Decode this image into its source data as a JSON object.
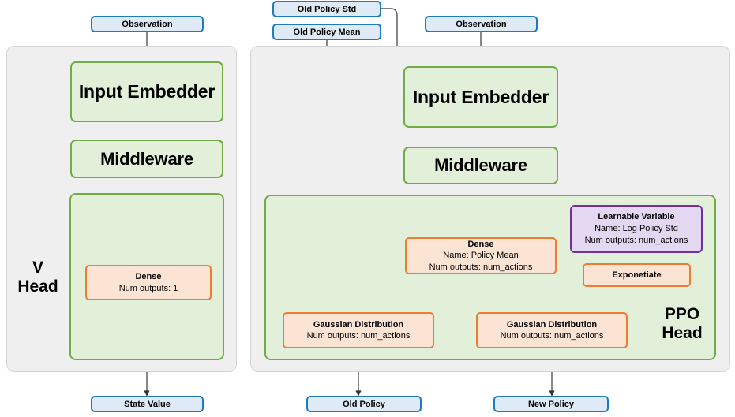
{
  "diagram": {
    "title_v_head": "V\nHead",
    "title_ppo_head": "PPO\nHead"
  },
  "inputs": {
    "observation_left": "Observation",
    "observation_right": "Observation",
    "old_policy_std": "Old Policy Std",
    "old_policy_mean": "Old Policy Mean"
  },
  "outputs": {
    "state_value": "State Value",
    "old_policy": "Old Policy",
    "new_policy": "New Policy"
  },
  "v_head": {
    "input_embedder": "Input Embedder",
    "middleware": "Middleware",
    "dense_title": "Dense",
    "dense_outputs": "Num outputs: 1"
  },
  "ppo_head": {
    "input_embedder": "Input Embedder",
    "middleware": "Middleware",
    "dense_title": "Dense",
    "dense_name": "Name: Policy Mean",
    "dense_outputs": "Num outputs: num_actions",
    "learnable_title": "Learnable Variable",
    "learnable_name": "Name: Log Policy Std",
    "learnable_outputs": "Num outputs: num_actions",
    "exponetiate": "Exponetiate",
    "gaussian_old_title": "Gaussian Distribution",
    "gaussian_old_outputs": "Num outputs: num_actions",
    "gaussian_new_title": "Gaussian Distribution",
    "gaussian_new_outputs": "Num outputs: num_actions"
  },
  "colors": {
    "io_fill": "#deeaf6",
    "io_border": "#1f7ac0",
    "module_fill": "#e2efd9",
    "module_border": "#70ad47",
    "op_fill": "#fce4d4",
    "op_border": "#ed7d31",
    "var_fill": "#e4d7f2",
    "var_border": "#7030a0",
    "panel_fill": "#efefef",
    "arrow": "#404040"
  }
}
